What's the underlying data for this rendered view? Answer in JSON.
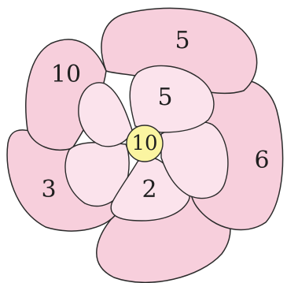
{
  "outer_petals": [
    {
      "label": "5"
    },
    {
      "label": "10"
    },
    {
      "label": "3"
    },
    {
      "label": "6"
    },
    {
      "label": ""
    }
  ],
  "inner_petals": [
    {
      "label": "5"
    },
    {
      "label": ""
    },
    {
      "label": ""
    },
    {
      "label": "2"
    },
    {
      "label": ""
    }
  ],
  "center": {
    "label": "10"
  },
  "colors": {
    "outer_fill": "#f7cfdc",
    "inner_fill": "#fbe3ec",
    "center_fill": "#fbf5a1",
    "outline": "#2b2b2b"
  }
}
